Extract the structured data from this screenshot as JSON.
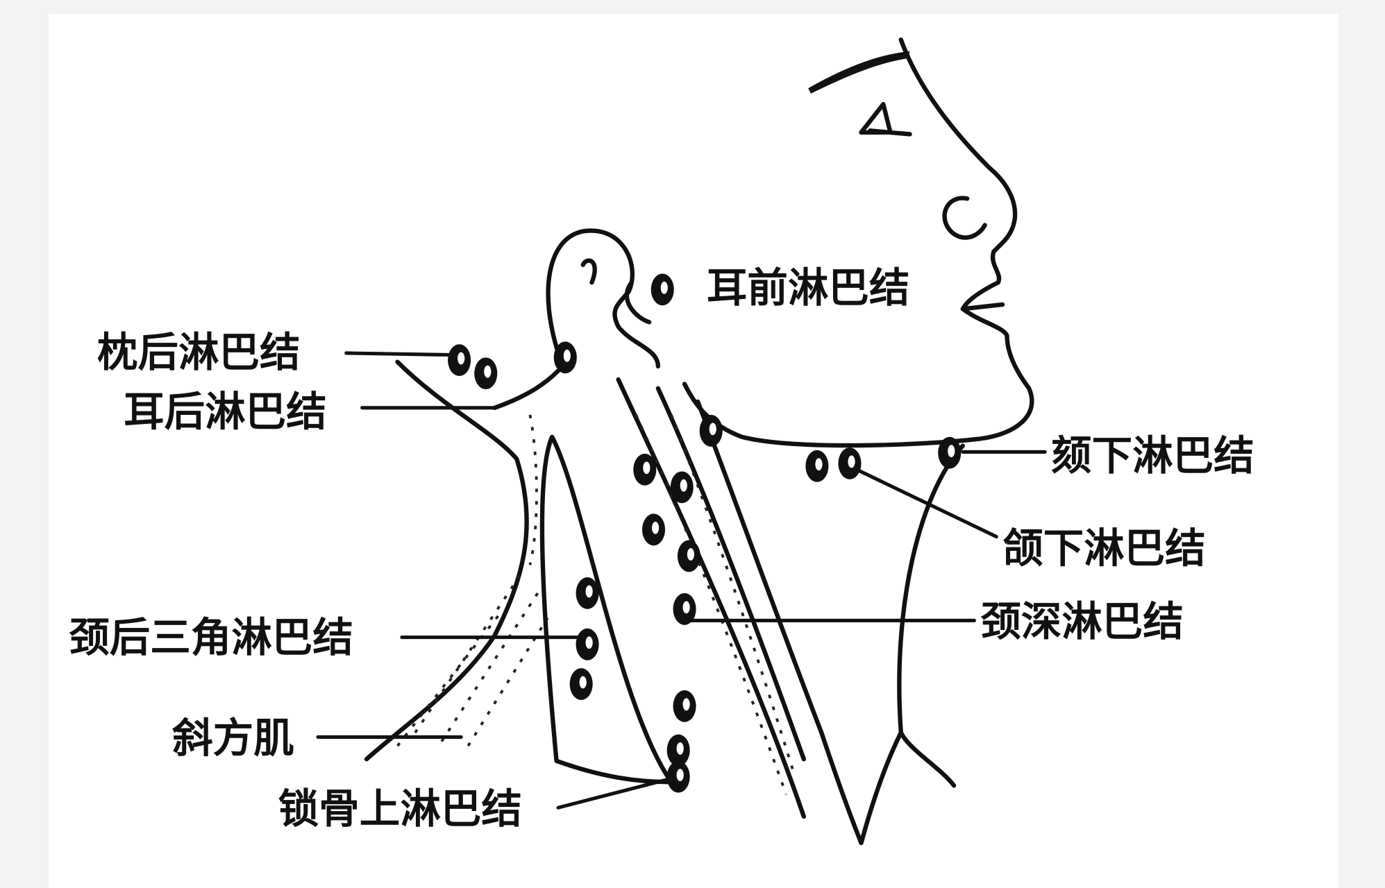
{
  "diagram": {
    "labels": {
      "preauricular": "耳前淋巴结",
      "occipital": "枕后淋巴结",
      "postauricular": "耳后淋巴结",
      "submental": "颏下淋巴结",
      "submandibular": "颌下淋巴结",
      "deep_cervical": "颈深淋巴结",
      "posterior_triangle": "颈后三角淋巴结",
      "trapezius": "斜方肌",
      "supraclavicular": "锁骨上淋巴结"
    },
    "colors": {
      "ink": "#111111",
      "paper": "#ffffff",
      "background": "#f3f3f3"
    }
  }
}
